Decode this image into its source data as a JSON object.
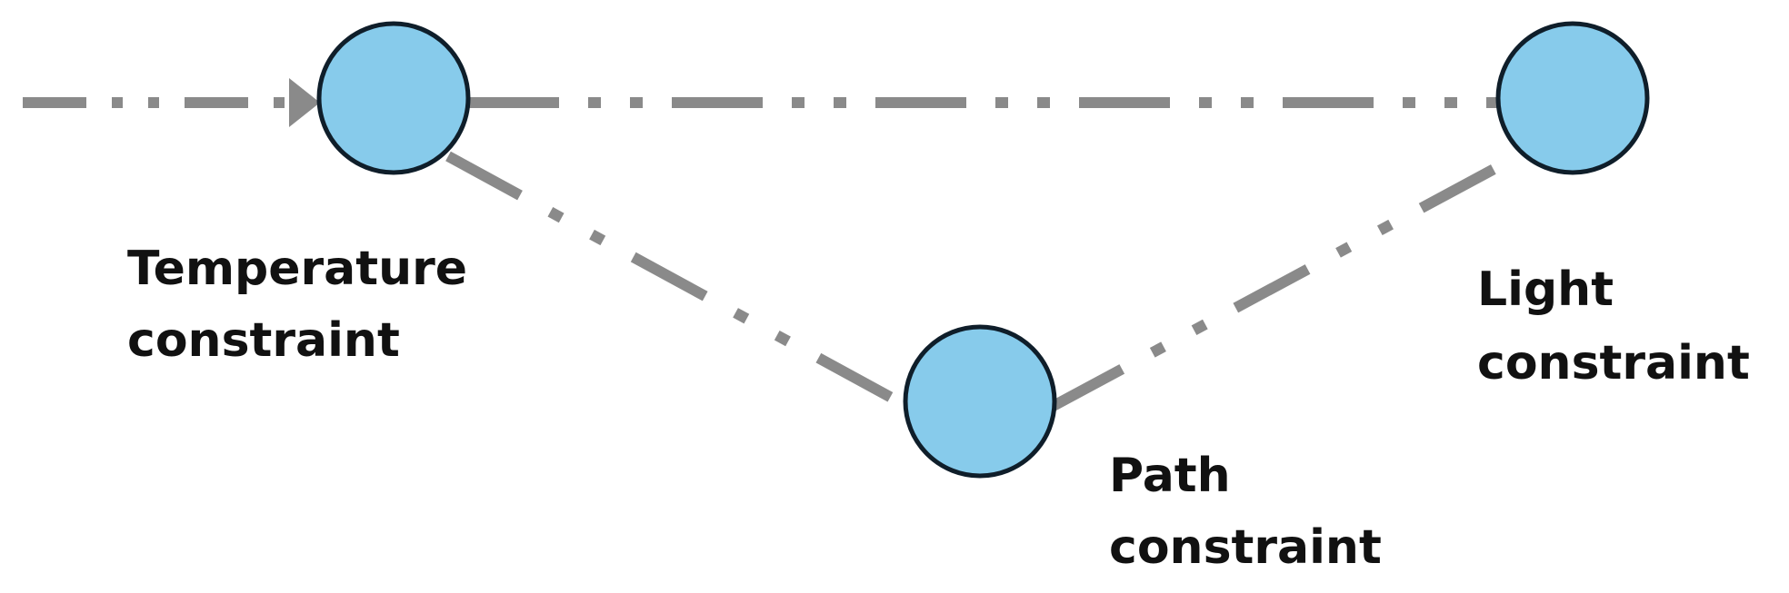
{
  "colors": {
    "node_fill": "#87cbeb",
    "node_stroke": "#0f1e2a",
    "edge": "#8a8a8a",
    "label": "#111111"
  },
  "nodes": {
    "temperature": {
      "label_line1": "Temperature",
      "label_line2": "constraint"
    },
    "path": {
      "label_line1": "Path",
      "label_line2": "constraint"
    },
    "light": {
      "label_line1": "Light",
      "label_line2": "constraint"
    }
  },
  "edges": [
    {
      "from": "input",
      "to": "temperature",
      "style": "dash-dot-dot",
      "arrow": true
    },
    {
      "from": "temperature",
      "to": "light",
      "style": "dash-dot-dot",
      "arrow": false
    },
    {
      "from": "temperature",
      "to": "path",
      "style": "dash-dot-dot",
      "arrow": false
    },
    {
      "from": "path",
      "to": "light",
      "style": "dash-dot-dot",
      "arrow": false
    }
  ]
}
